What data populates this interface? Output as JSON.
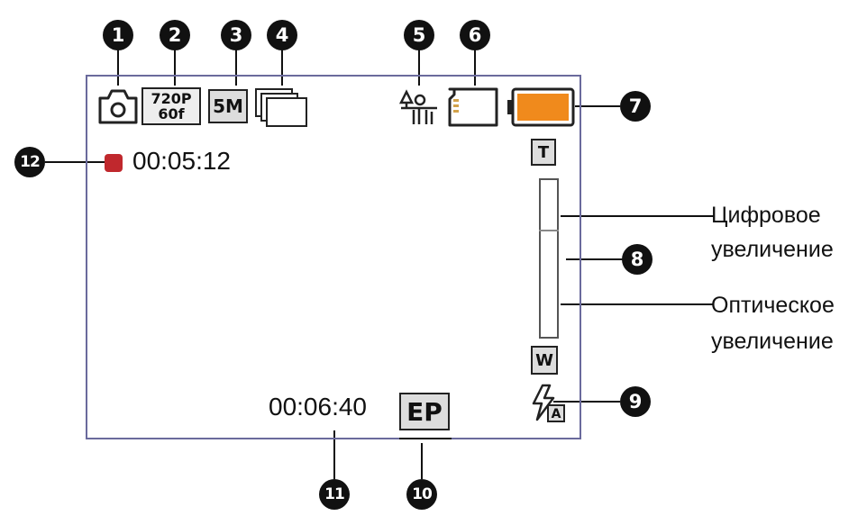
{
  "callouts": [
    "1",
    "2",
    "3",
    "4",
    "5",
    "6",
    "7",
    "8",
    "9",
    "10",
    "11",
    "12"
  ],
  "screen": {
    "resolution_top": "720P",
    "resolution_bottom": "60f",
    "megapixels": "5M",
    "recording_time": "00:05:12",
    "remaining_time": "00:06:40",
    "quality": "EP",
    "zoom_tele": "T",
    "zoom_wide": "W",
    "flash_auto": "A"
  },
  "labels": {
    "digital_zoom_line1": "Цифровое",
    "digital_zoom_line2": "увеличение",
    "optical_zoom_line1": "Оптическое",
    "optical_zoom_line2": "увеличение"
  },
  "colors": {
    "battery_fill": "#f08a1c",
    "record_dot": "#c0282d",
    "screen_border": "#6a6a9c"
  },
  "icons": {
    "mode": "camera-icon",
    "continuous": "stacked-frames-icon",
    "scene": "scene-mode-icon",
    "memory": "sd-card-icon",
    "battery": "battery-icon",
    "flash": "flash-auto-icon"
  }
}
